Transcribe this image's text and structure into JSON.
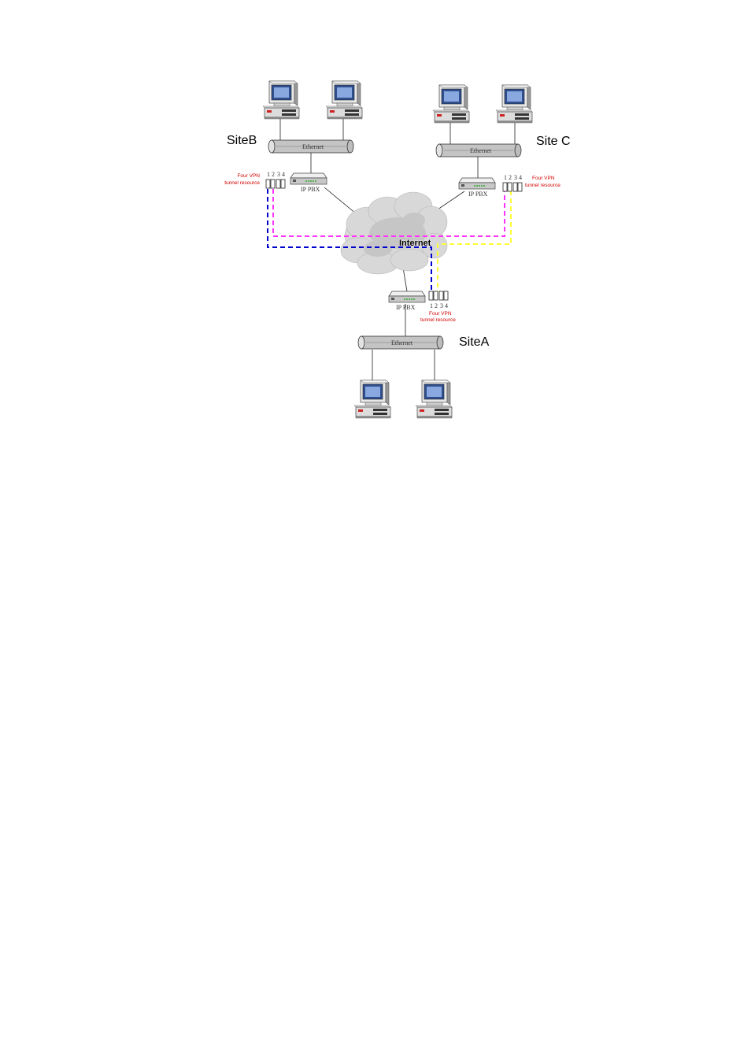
{
  "sites": {
    "a": {
      "label": "SiteA"
    },
    "b": {
      "label": "SiteB"
    },
    "c": {
      "label": "Site C"
    }
  },
  "internet_label": "Internet",
  "ethernet_label": "Ethernet",
  "ippbx_label": "IP PBX",
  "ports": [
    "1",
    "2",
    "3",
    "4"
  ],
  "vpn_note": {
    "line1": "Four VPN",
    "line2": "tunnel resource"
  },
  "tunnel_colors": {
    "magenta": "#ff33ff",
    "blue": "#0000cc",
    "yellow": "#ffff33"
  }
}
